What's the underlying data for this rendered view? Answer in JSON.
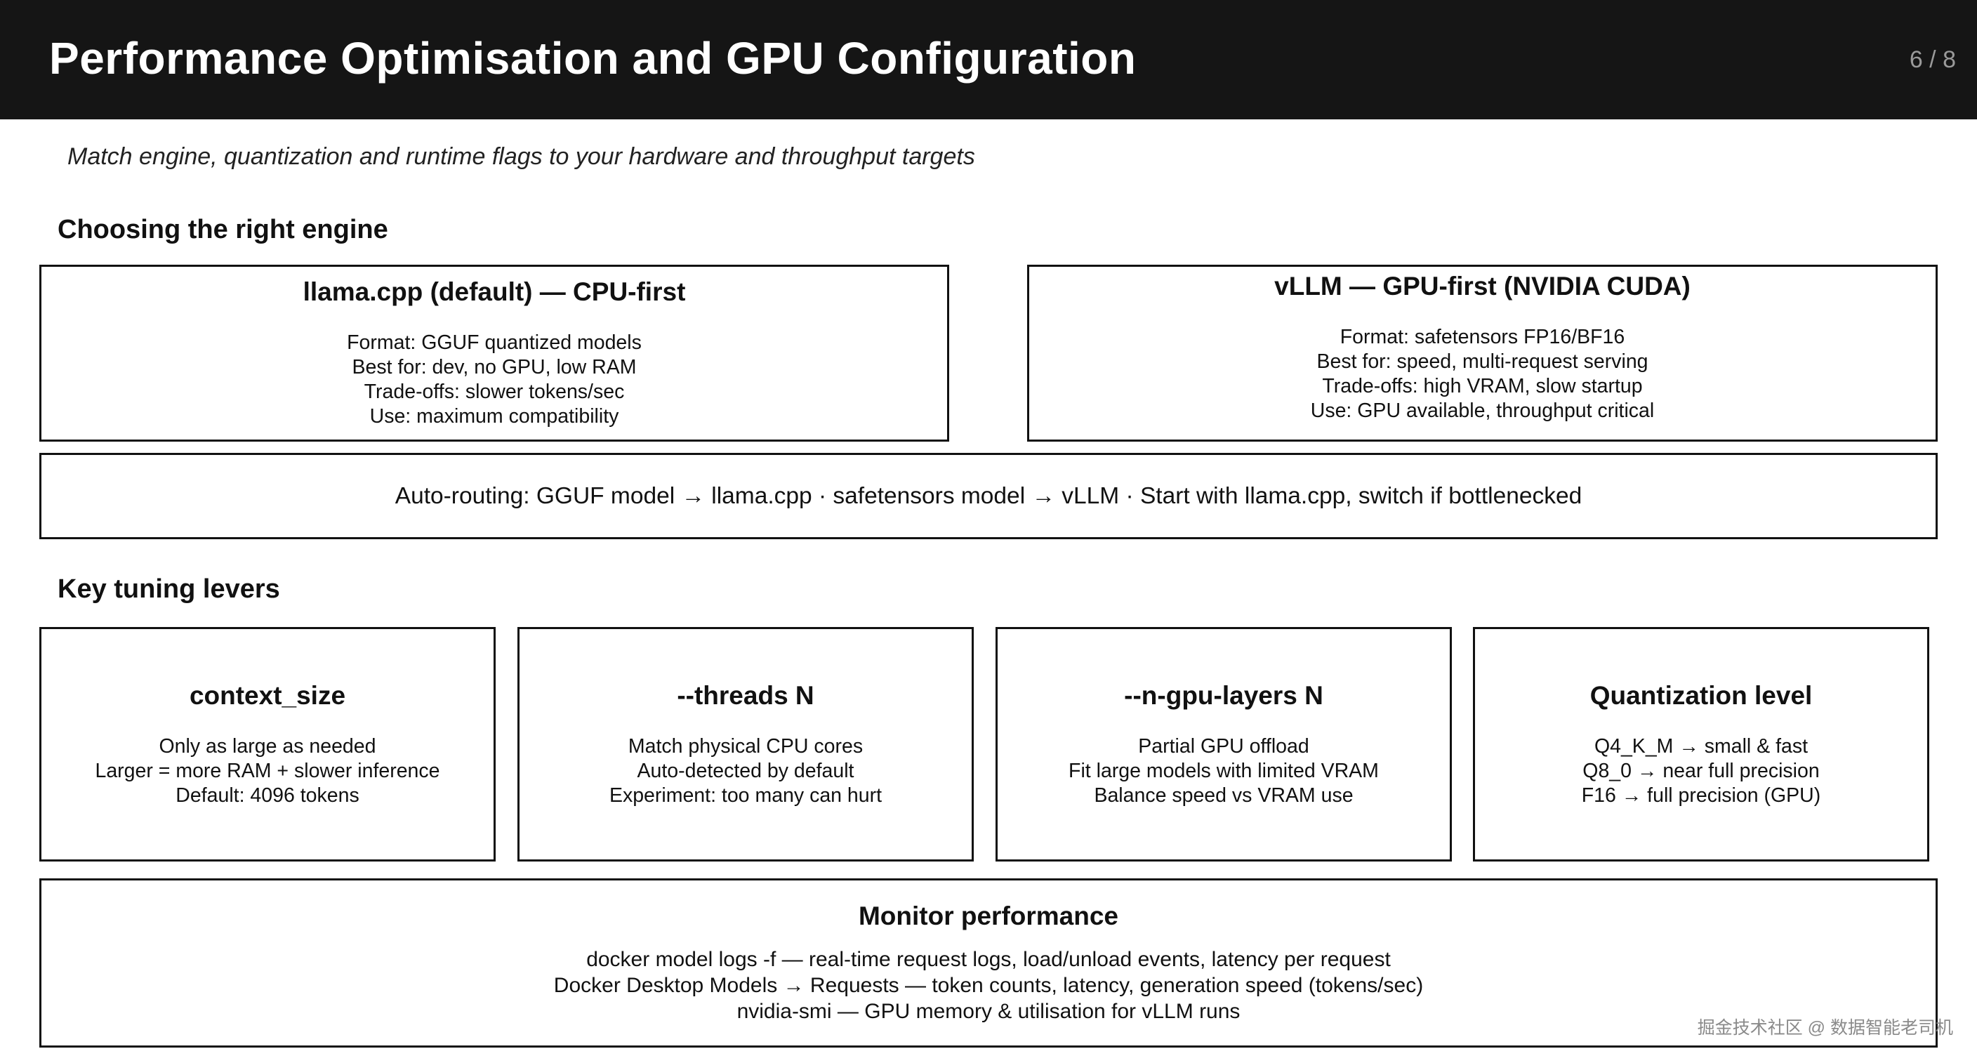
{
  "header": {
    "title": "Performance Optimisation and GPU Configuration",
    "page_number": "6 / 8"
  },
  "subtitle": "Match engine, quantization and runtime flags to your hardware and throughput targets",
  "engine_section": {
    "heading": "Choosing the right engine",
    "engines": [
      {
        "title": "llama.cpp (default) — CPU-first",
        "lines": [
          "Format: GGUF quantized models",
          "Best for: dev, no GPU, low RAM",
          "Trade-offs: slower tokens/sec",
          "Use: maximum compatibility"
        ]
      },
      {
        "title": "vLLM — GPU-first (NVIDIA CUDA)",
        "lines": [
          "Format: safetensors FP16/BF16",
          "Best for: speed, multi-request serving",
          "Trade-offs: high VRAM, slow startup",
          "Use: GPU available, throughput critical"
        ]
      }
    ],
    "routing": "Auto-routing: GGUF model → llama.cpp  ·  safetensors model → vLLM  ·  Start with llama.cpp, switch if bottlenecked"
  },
  "levers_section": {
    "heading": "Key tuning levers",
    "levers": [
      {
        "title": "context_size",
        "lines": [
          "Only as large as needed",
          "Larger = more RAM + slower inference",
          "Default: 4096 tokens"
        ]
      },
      {
        "title": "--threads N",
        "lines": [
          "Match physical CPU cores",
          "Auto-detected by default",
          "Experiment: too many can hurt"
        ]
      },
      {
        "title": "--n-gpu-layers N",
        "lines": [
          "Partial GPU offload",
          "Fit large models with limited VRAM",
          "Balance speed vs VRAM use"
        ]
      },
      {
        "title": "Quantization level",
        "lines": [
          "Q4_K_M → small & fast",
          "Q8_0 → near full precision",
          "F16 → full precision (GPU)"
        ]
      }
    ]
  },
  "monitor": {
    "title": "Monitor performance",
    "lines": [
      "docker model logs -f  — real-time request logs, load/unload events, latency per request",
      "Docker Desktop Models → Requests  — token counts, latency, generation speed (tokens/sec)",
      "nvidia-smi  — GPU memory & utilisation for vLLM runs"
    ]
  },
  "watermark": "掘金技术社区 @ 数据智能老司机"
}
